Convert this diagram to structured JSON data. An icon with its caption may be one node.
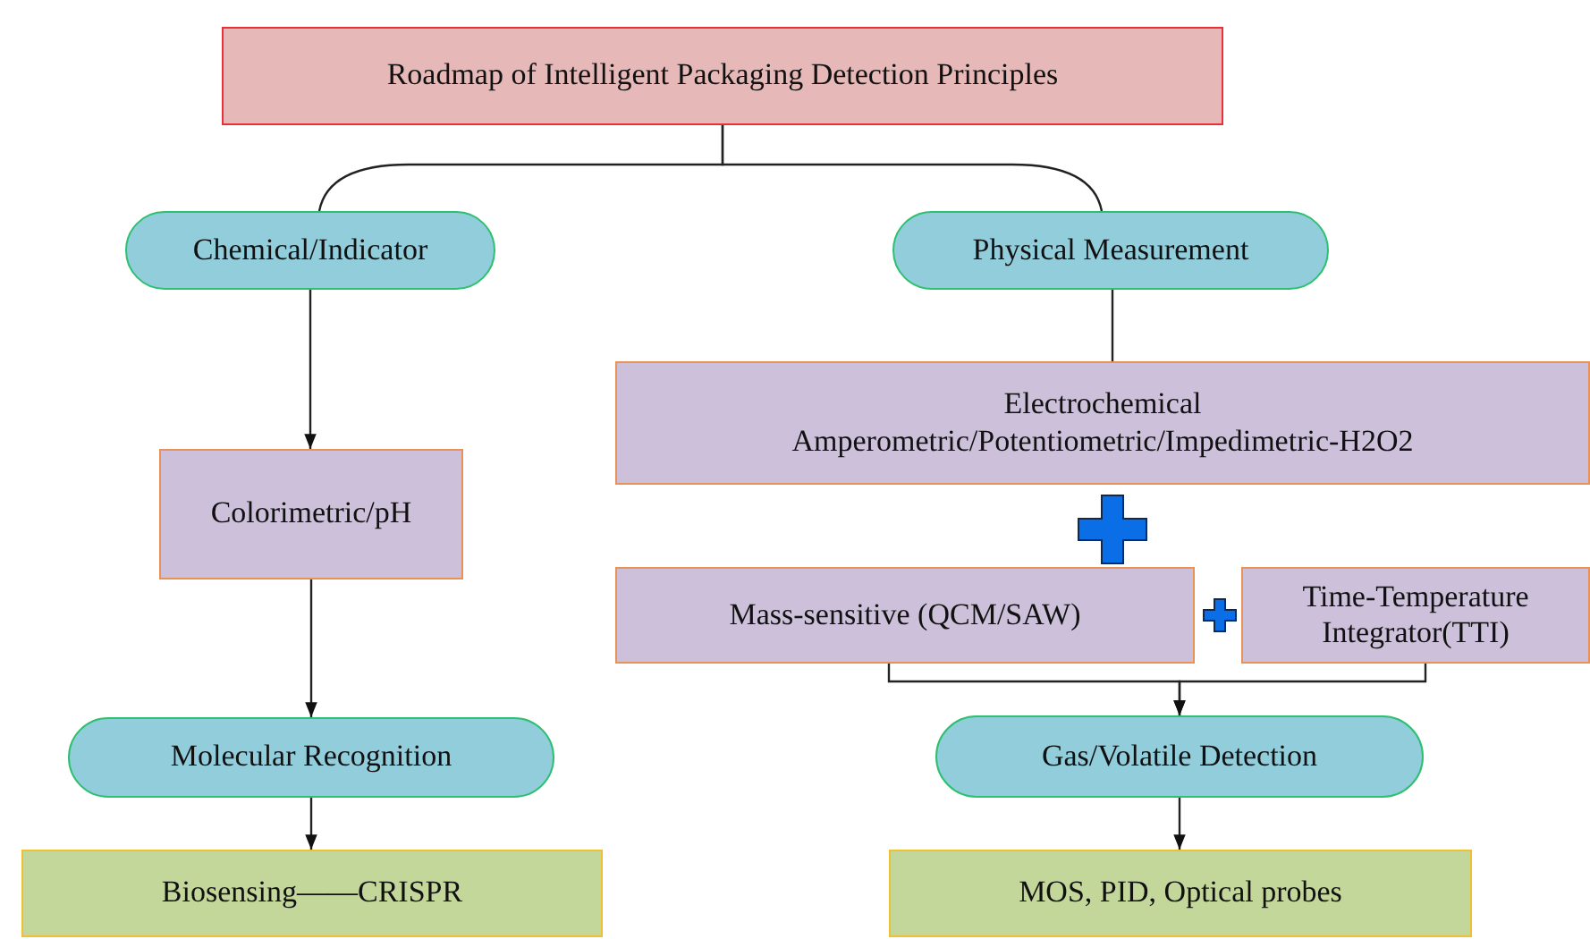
{
  "diagram": {
    "nodes": [
      {
        "text": [
          "Roadmap of Intelligent Packaging Detection Principles"
        ]
      },
      {
        "text": [
          "Chemical/Indicator"
        ]
      },
      {
        "text": [
          "Physical Measurement"
        ]
      },
      {
        "text": [
          "Electrochemical Amperometric/Potentiometric/Impedimetric-H2O2"
        ]
      },
      {
        "text": [
          "Colorimetric/pH"
        ]
      },
      {
        "text": [
          "Mass-sensitive (QCM/SAW)"
        ]
      },
      {
        "text": [
          "Time-Temperature Integrator(TTI)"
        ]
      },
      {
        "text": [
          "Molecular Recognition"
        ]
      },
      {
        "text": [
          "Gas/Volatile Detection"
        ]
      },
      {
        "text": [
          "Biosensing——CRISPR"
        ]
      },
      {
        "text": [
          "MOS, PID, Optical probes"
        ]
      }
    ],
    "edges": [
      {
        "from": 0,
        "to": 1,
        "arrow": "none"
      },
      {
        "from": 0,
        "to": 2,
        "arrow": "none"
      },
      {
        "from": 1,
        "to": 4,
        "arrow": "to"
      },
      {
        "from": 4,
        "to": 7,
        "arrow": "to"
      },
      {
        "from": 7,
        "to": 9,
        "arrow": "to"
      },
      {
        "from": 2,
        "to": 3,
        "arrow": "none"
      },
      {
        "from": 5,
        "to": 8,
        "arrow": "to"
      },
      {
        "from": 6,
        "to": 8,
        "arrow": "to"
      },
      {
        "from": 8,
        "to": 10,
        "arrow": "to"
      }
    ]
  }
}
